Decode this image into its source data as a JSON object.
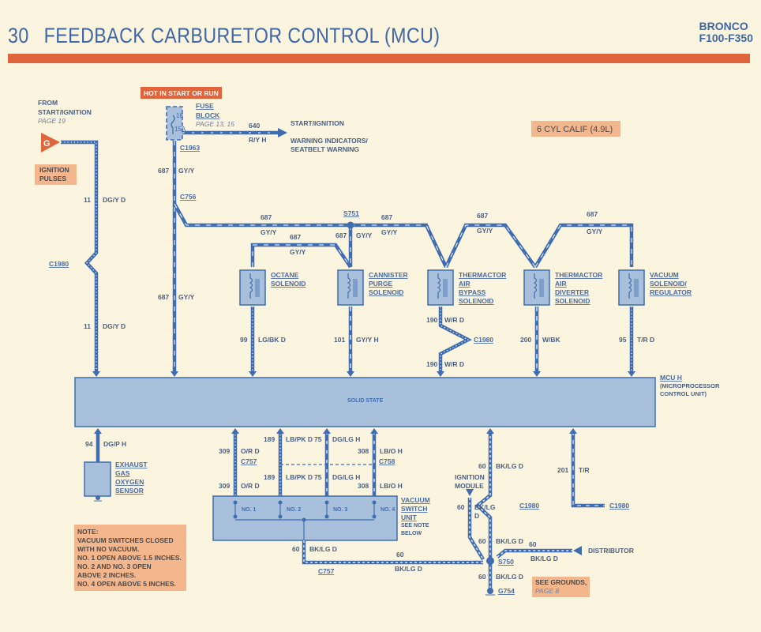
{
  "header": {
    "page_number": "30",
    "title": "FEEDBACK CARBURETOR CONTROL (MCU)",
    "vehicle_line1": "BRONCO",
    "vehicle_line2": "F100-F350"
  },
  "colors": {
    "wire": "#3f6db0",
    "box_fill": "#a9c0dc",
    "accent_orange": "#e0653c",
    "tag_peach": "#f4b68c",
    "paper": "#fbf4df"
  },
  "power": {
    "hot_tag": "HOT IN START OR RUN",
    "fuse_label1": "FUSE",
    "fuse_label2": "BLOCK",
    "fuse_page": "PAGE 13, 15",
    "fuse_num": "18",
    "fuse_amp": "15A",
    "out_wire_num": "640",
    "out_wire_color": "R/Y H",
    "dest1": "START/IGNITION",
    "dest2": "WARNING INDICATORS/",
    "dest3": "SEATBELT WARNING",
    "conn_c1963": "C1963",
    "conn_c756": "C756",
    "feed_num": "687",
    "feed_color": "GY/Y",
    "splice": "S751"
  },
  "ignition": {
    "from1": "FROM",
    "from2": "START/IGNITION",
    "from_page": "PAGE 19",
    "terminal": "G",
    "pulses1": "IGNITION",
    "pulses2": "PULSES",
    "wire_num": "11",
    "wire_color": "DG/Y D",
    "connector": "C1980"
  },
  "config_tag": "6 CYL CALIF (4.9L)",
  "solenoids": [
    {
      "lines": [
        "OCTANE",
        "SOLENOID"
      ],
      "wire_num": "99",
      "wire_color": "LG/BK D"
    },
    {
      "lines": [
        "CANNISTER",
        "PURGE",
        "SOLENOID"
      ],
      "wire_num": "101",
      "wire_color": "GY/Y H"
    },
    {
      "lines": [
        "THERMACTOR",
        "AIR",
        "BYPASS",
        "SOLENOID"
      ],
      "wire_num": "190",
      "wire_color": "W/R D",
      "connector": "C1980"
    },
    {
      "lines": [
        "THERMACTOR",
        "AIR",
        "DIVERTER",
        "SOLENOID"
      ],
      "wire_num": "200",
      "wire_color": "W/BK"
    },
    {
      "lines": [
        "VACUUM",
        "SOLENOID/",
        "REGULATOR"
      ],
      "wire_num": "95",
      "wire_color": "T/R D"
    }
  ],
  "mcu": {
    "center_label": "SOLID STATE",
    "name": "MCU H",
    "desc1": "(MICROPROCESSOR",
    "desc2": "CONTROL UNIT)"
  },
  "sensor": {
    "wire_num": "94",
    "wire_color": "DG/P H",
    "lines": [
      "EXHAUST",
      "GAS",
      "OXYGEN",
      "SENSOR"
    ]
  },
  "vacuum_switch": {
    "wires": [
      {
        "num": "309",
        "color": "O/R D"
      },
      {
        "num": "189",
        "color": "LB/PK D"
      },
      {
        "num": "75",
        "color": "DG/LG H"
      },
      {
        "num": "308",
        "color": "LB/O H"
      }
    ],
    "conn_left": "C757",
    "conn_right": "C758",
    "switches": [
      "NO. 1",
      "NO. 2",
      "NO. 3",
      "NO. 4"
    ],
    "name1": "VACUUM",
    "name2": "SWITCH",
    "name3": "UNIT",
    "see1": "SEE NOTE",
    "see2": "BELOW"
  },
  "ground": {
    "wire_num": "60",
    "wire_color": "BK/LG D",
    "wire_color_short": "BK/LG",
    "wire_color_d": "D",
    "conn_c757": "C757",
    "ignition_module1": "IGNITION",
    "ignition_module2": "MODULE",
    "connector": "C1980",
    "splice": "S750",
    "ground_id": "G754",
    "distributor": "DISTRIBUTOR",
    "see_grounds": "SEE GROUNDS,",
    "see_page": "PAGE 8"
  },
  "tr_wire": {
    "num": "201",
    "color": "T/R",
    "connector": "C1980"
  },
  "note": {
    "lines": [
      "NOTE:",
      "VACUUM SWITCHES CLOSED",
      "WITH NO VACUUM.",
      "NO. 1 OPEN ABOVE 1.5 INCHES.",
      "NO. 2 AND NO. 3 OPEN",
      "ABOVE 2 INCHES.",
      "NO. 4 OPEN ABOVE 5 INCHES."
    ]
  }
}
